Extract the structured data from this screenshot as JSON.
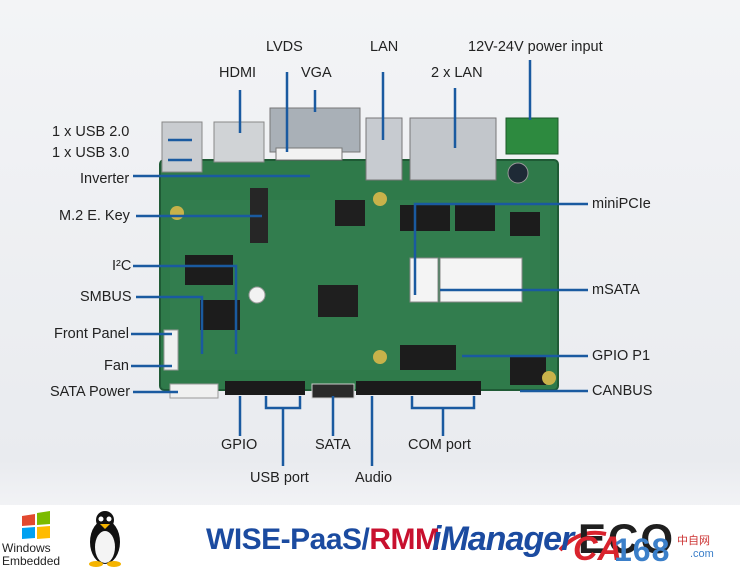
{
  "labels": {
    "usb": "1 x USB 2.0",
    "usb3": "1 x USB 3.0",
    "hdmi": "HDMI",
    "lvds": "LVDS",
    "vga": "VGA",
    "lan": "LAN",
    "lan2": "2 x LAN",
    "power": "12V-24V power input",
    "inverter": "Inverter",
    "m2": "M.2 E. Key",
    "i2c": "I²C",
    "smbus": "SMBUS",
    "front_panel": "Front Panel",
    "fan": "Fan",
    "sata_power": "SATA Power",
    "minipcie": "miniPCIe",
    "msata": "mSATA",
    "gpio_p1": "GPIO P1",
    "canbus": "CANBUS",
    "gpio": "GPIO",
    "usb_port": "USB port",
    "sata": "SATA",
    "audio": "Audio",
    "com_port": "COM port"
  },
  "footer": {
    "windows_line1": "Windows",
    "windows_line2": "Embedded",
    "wise_a": "WISE-PaaS/",
    "wise_b": "RMM",
    "imanager": "iManager",
    "eco": "ECO",
    "ca": "CA",
    "num": "168",
    "cn": "中自网",
    "dom": ".com"
  },
  "colors": {
    "leader": "#1a5aa0",
    "pcb": "#2f7a4a",
    "brand_blue": "#1b4ba0",
    "brand_red": "#c8102e"
  }
}
